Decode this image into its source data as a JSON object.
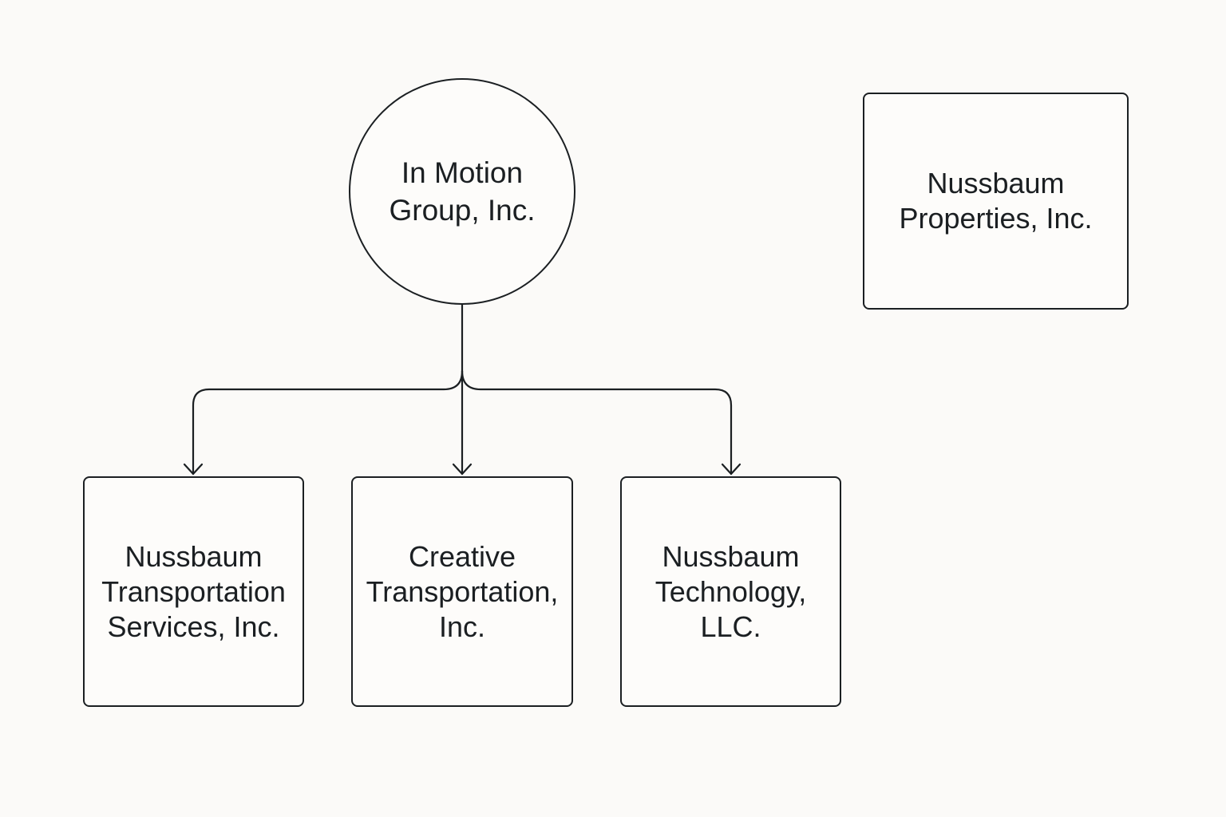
{
  "diagram": {
    "type": "org-chart",
    "colors": {
      "background": "#fbfaf8",
      "stroke": "#1b1f22",
      "text": "#1b1f22"
    },
    "nodes": [
      {
        "id": "root",
        "shape": "circle",
        "label": "In Motion\nGroup, Inc."
      },
      {
        "id": "props",
        "shape": "box",
        "label": "Nussbaum\nProperties, Inc."
      },
      {
        "id": "nts",
        "shape": "box",
        "label": "Nussbaum\nTransportation\nServices, Inc."
      },
      {
        "id": "cti",
        "shape": "box",
        "label": "Creative\nTransportation,\nInc."
      },
      {
        "id": "tech",
        "shape": "box",
        "label": "Nussbaum\nTechnology,\nLLC."
      }
    ],
    "edges": [
      {
        "from": "root",
        "to": "nts",
        "arrow": "end"
      },
      {
        "from": "root",
        "to": "cti",
        "arrow": "end"
      },
      {
        "from": "root",
        "to": "tech",
        "arrow": "end"
      }
    ]
  }
}
